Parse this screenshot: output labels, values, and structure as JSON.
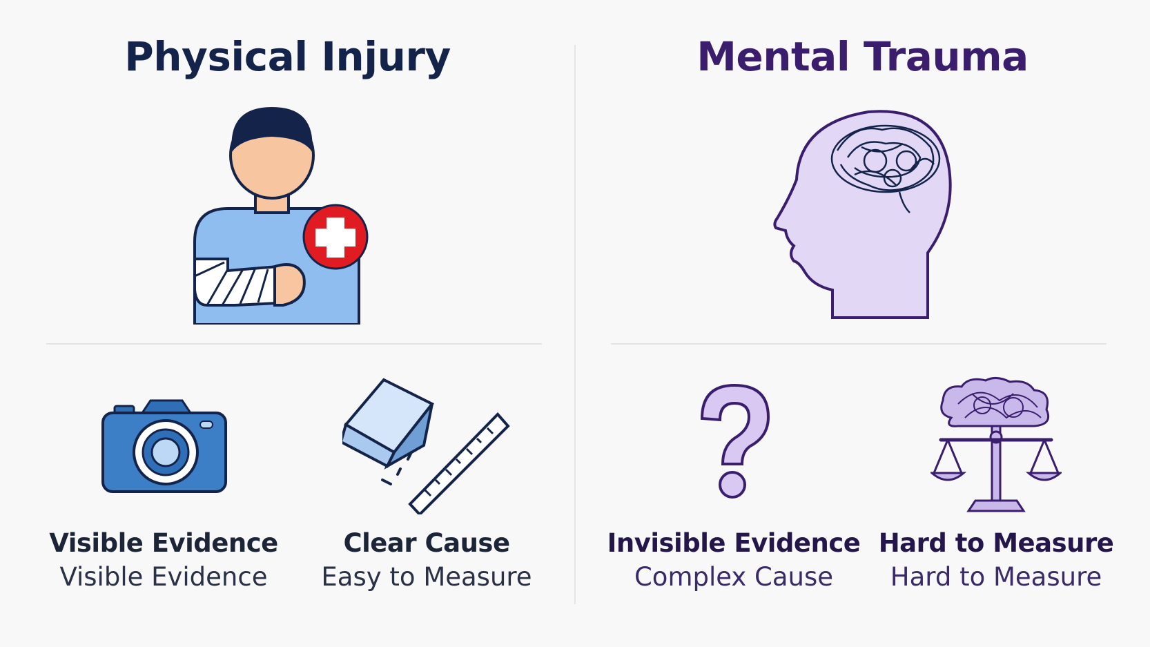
{
  "left": {
    "title": "Physical Injury",
    "items": [
      {
        "title": "Visible Evidence",
        "subtitle": "Visible Evidence",
        "icon": "camera-icon"
      },
      {
        "title": "Clear Cause",
        "subtitle": "Easy to Measure",
        "icon": "cube-ruler-icon"
      }
    ],
    "hero_icon": "person-with-cast-icon",
    "colors": {
      "title": "#13234a",
      "accent": "#2f6fb8",
      "medical": "#e11b22"
    }
  },
  "right": {
    "title": "Mental Trauma",
    "items": [
      {
        "title": "Invisible Evidence",
        "subtitle": "Complex Cause",
        "icon": "question-mark-icon"
      },
      {
        "title": "Hard to Measure",
        "subtitle": "Hard to Measure",
        "icon": "brain-scale-icon"
      }
    ],
    "hero_icon": "head-with-tangled-brain-icon",
    "colors": {
      "title": "#3b1d6e",
      "accent": "#c9b8ea"
    }
  }
}
